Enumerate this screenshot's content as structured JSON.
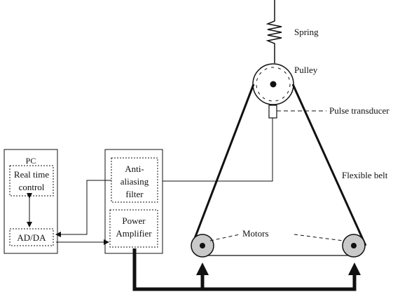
{
  "labels": {
    "spring": "Spring",
    "pulley": "Pulley",
    "pulse_transducer": "Pulse transducer",
    "flexible_belt": "Flexible belt",
    "motors": "Motors",
    "pc": "PC",
    "real_time_line1": "Real time",
    "real_time_line2": "control",
    "adda": "AD/DA",
    "filter_line1": "Anti-",
    "filter_line2": "aliasing",
    "filter_line3": "filter",
    "amp_line1": "Power",
    "amp_line2": "Amplifier"
  },
  "colors": {
    "ink": "#111111",
    "background": "#ffffff"
  }
}
